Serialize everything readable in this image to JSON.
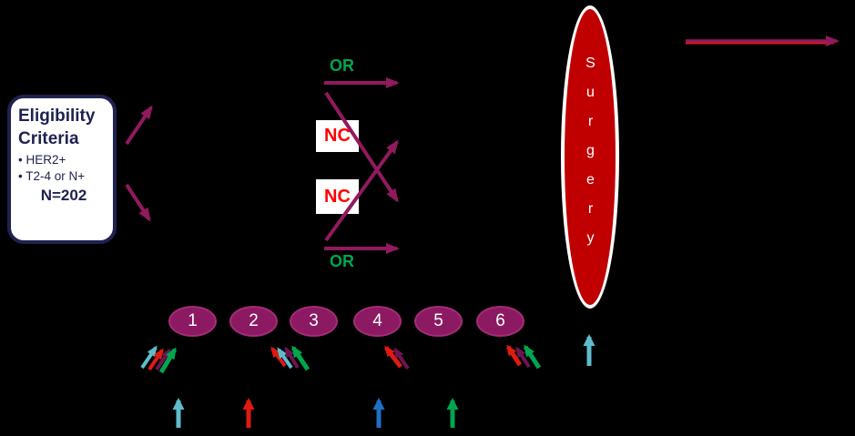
{
  "colors": {
    "background": "#000000",
    "navy": "#1F2150",
    "magenta": "#911A5E",
    "dark_purple": "#6B1650",
    "red": "#E01A12",
    "surgery_red": "#C00000",
    "nc_red": "#FF0000",
    "green": "#00A64F",
    "teal": "#5FBCCB",
    "blue": "#1E70C6",
    "white": "#FFFFFF"
  },
  "eligibility": {
    "line1": "Eligibility",
    "line2": "Criteria",
    "bullets": [
      "• HER2+",
      "• T2-4 or N+"
    ],
    "n": "N=202"
  },
  "flow": {
    "or_top": "OR",
    "nc_upper": "NC",
    "nc_lower": "NC",
    "or_bottom": "OR"
  },
  "stages": [
    "1",
    "2",
    "3",
    "4",
    "5",
    "6"
  ],
  "surgery": {
    "label": "Surgery"
  }
}
